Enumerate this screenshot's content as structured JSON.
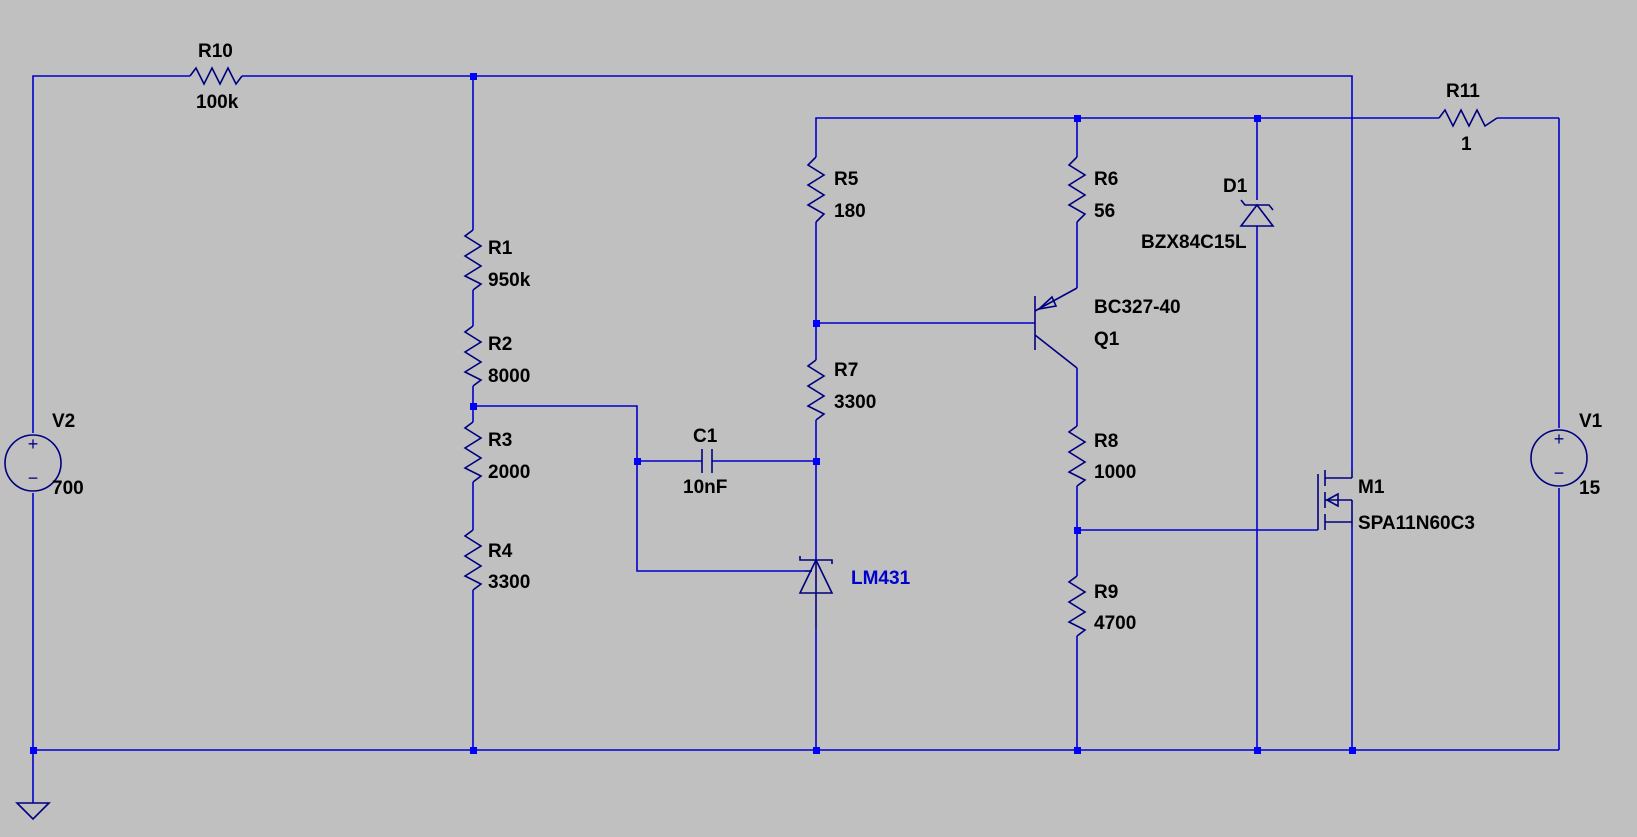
{
  "components": {
    "R10": {
      "name": "R10",
      "value": "100k"
    },
    "R11": {
      "name": "R11",
      "value": "1"
    },
    "R1": {
      "name": "R1",
      "value": "950k"
    },
    "R2": {
      "name": "R2",
      "value": "8000"
    },
    "R3": {
      "name": "R3",
      "value": "2000"
    },
    "R4": {
      "name": "R4",
      "value": "3300"
    },
    "R5": {
      "name": "R5",
      "value": "180"
    },
    "R6": {
      "name": "R6",
      "value": "56"
    },
    "R7": {
      "name": "R7",
      "value": "3300"
    },
    "R8": {
      "name": "R8",
      "value": "1000"
    },
    "R9": {
      "name": "R9",
      "value": "4700"
    },
    "C1": {
      "name": "C1",
      "value": "10nF"
    },
    "D1": {
      "name": "D1",
      "value": "BZX84C15L"
    },
    "Q1": {
      "name": "Q1",
      "value": "BC327-40"
    },
    "M1": {
      "name": "M1",
      "value": "SPA11N60C3"
    },
    "U1": {
      "value": "LM431"
    },
    "V1": {
      "name": "V1",
      "value": "15"
    },
    "V2": {
      "name": "V2",
      "value": "700"
    }
  },
  "colors": {
    "background": "#c0c0c0",
    "wire": "#0000cc",
    "component": "#000080",
    "junction": "#0000ff",
    "label": "#000000",
    "model_label": "#0000cc"
  },
  "symbols": {
    "plus": "+",
    "minus": "−"
  }
}
